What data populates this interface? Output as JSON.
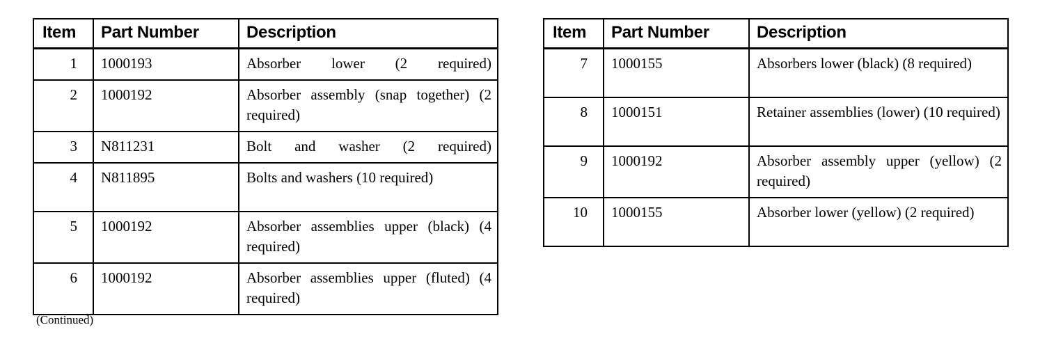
{
  "document": {
    "continued_note": "(Continued)",
    "text_color": "#000000",
    "background_color": "#ffffff",
    "border_color": "#000000"
  },
  "tables": [
    {
      "id": "left",
      "columns": [
        "Item",
        "Part Number",
        "Description"
      ],
      "rows": [
        {
          "item": "1",
          "part": "1000193",
          "desc": "Absorber lower (2 required)",
          "lines": 1
        },
        {
          "item": "2",
          "part": "1000192",
          "desc": "Absorber assembly (snap together) (2 required)",
          "lines": 2
        },
        {
          "item": "3",
          "part": "N811231",
          "desc": "Bolt and washer (2 required)",
          "lines": 1
        },
        {
          "item": "4",
          "part": "N811895",
          "desc": "Bolts and washers (10 required)",
          "lines": 2
        },
        {
          "item": "5",
          "part": "1000192",
          "desc": "Absorber assemblies upper (black) (4 required)",
          "lines": 2
        },
        {
          "item": "6",
          "part": "1000192",
          "desc": "Absorber assemblies upper (fluted) (4 required)",
          "lines": 2
        }
      ]
    },
    {
      "id": "right",
      "columns": [
        "Item",
        "Part Number",
        "Description"
      ],
      "rows": [
        {
          "item": "7",
          "part": "1000155",
          "desc": "Absorbers lower (black) (8 required)",
          "lines": 2
        },
        {
          "item": "8",
          "part": "1000151",
          "desc": "Retainer assemblies (lower) (10 required)",
          "lines": 2
        },
        {
          "item": "9",
          "part": "1000192",
          "desc": "Absorber assembly upper (yellow) (2 required)",
          "lines": 2
        },
        {
          "item": "10",
          "part": "1000155",
          "desc": "Absorber lower (yellow) (2 required)",
          "lines": 2
        }
      ]
    }
  ]
}
